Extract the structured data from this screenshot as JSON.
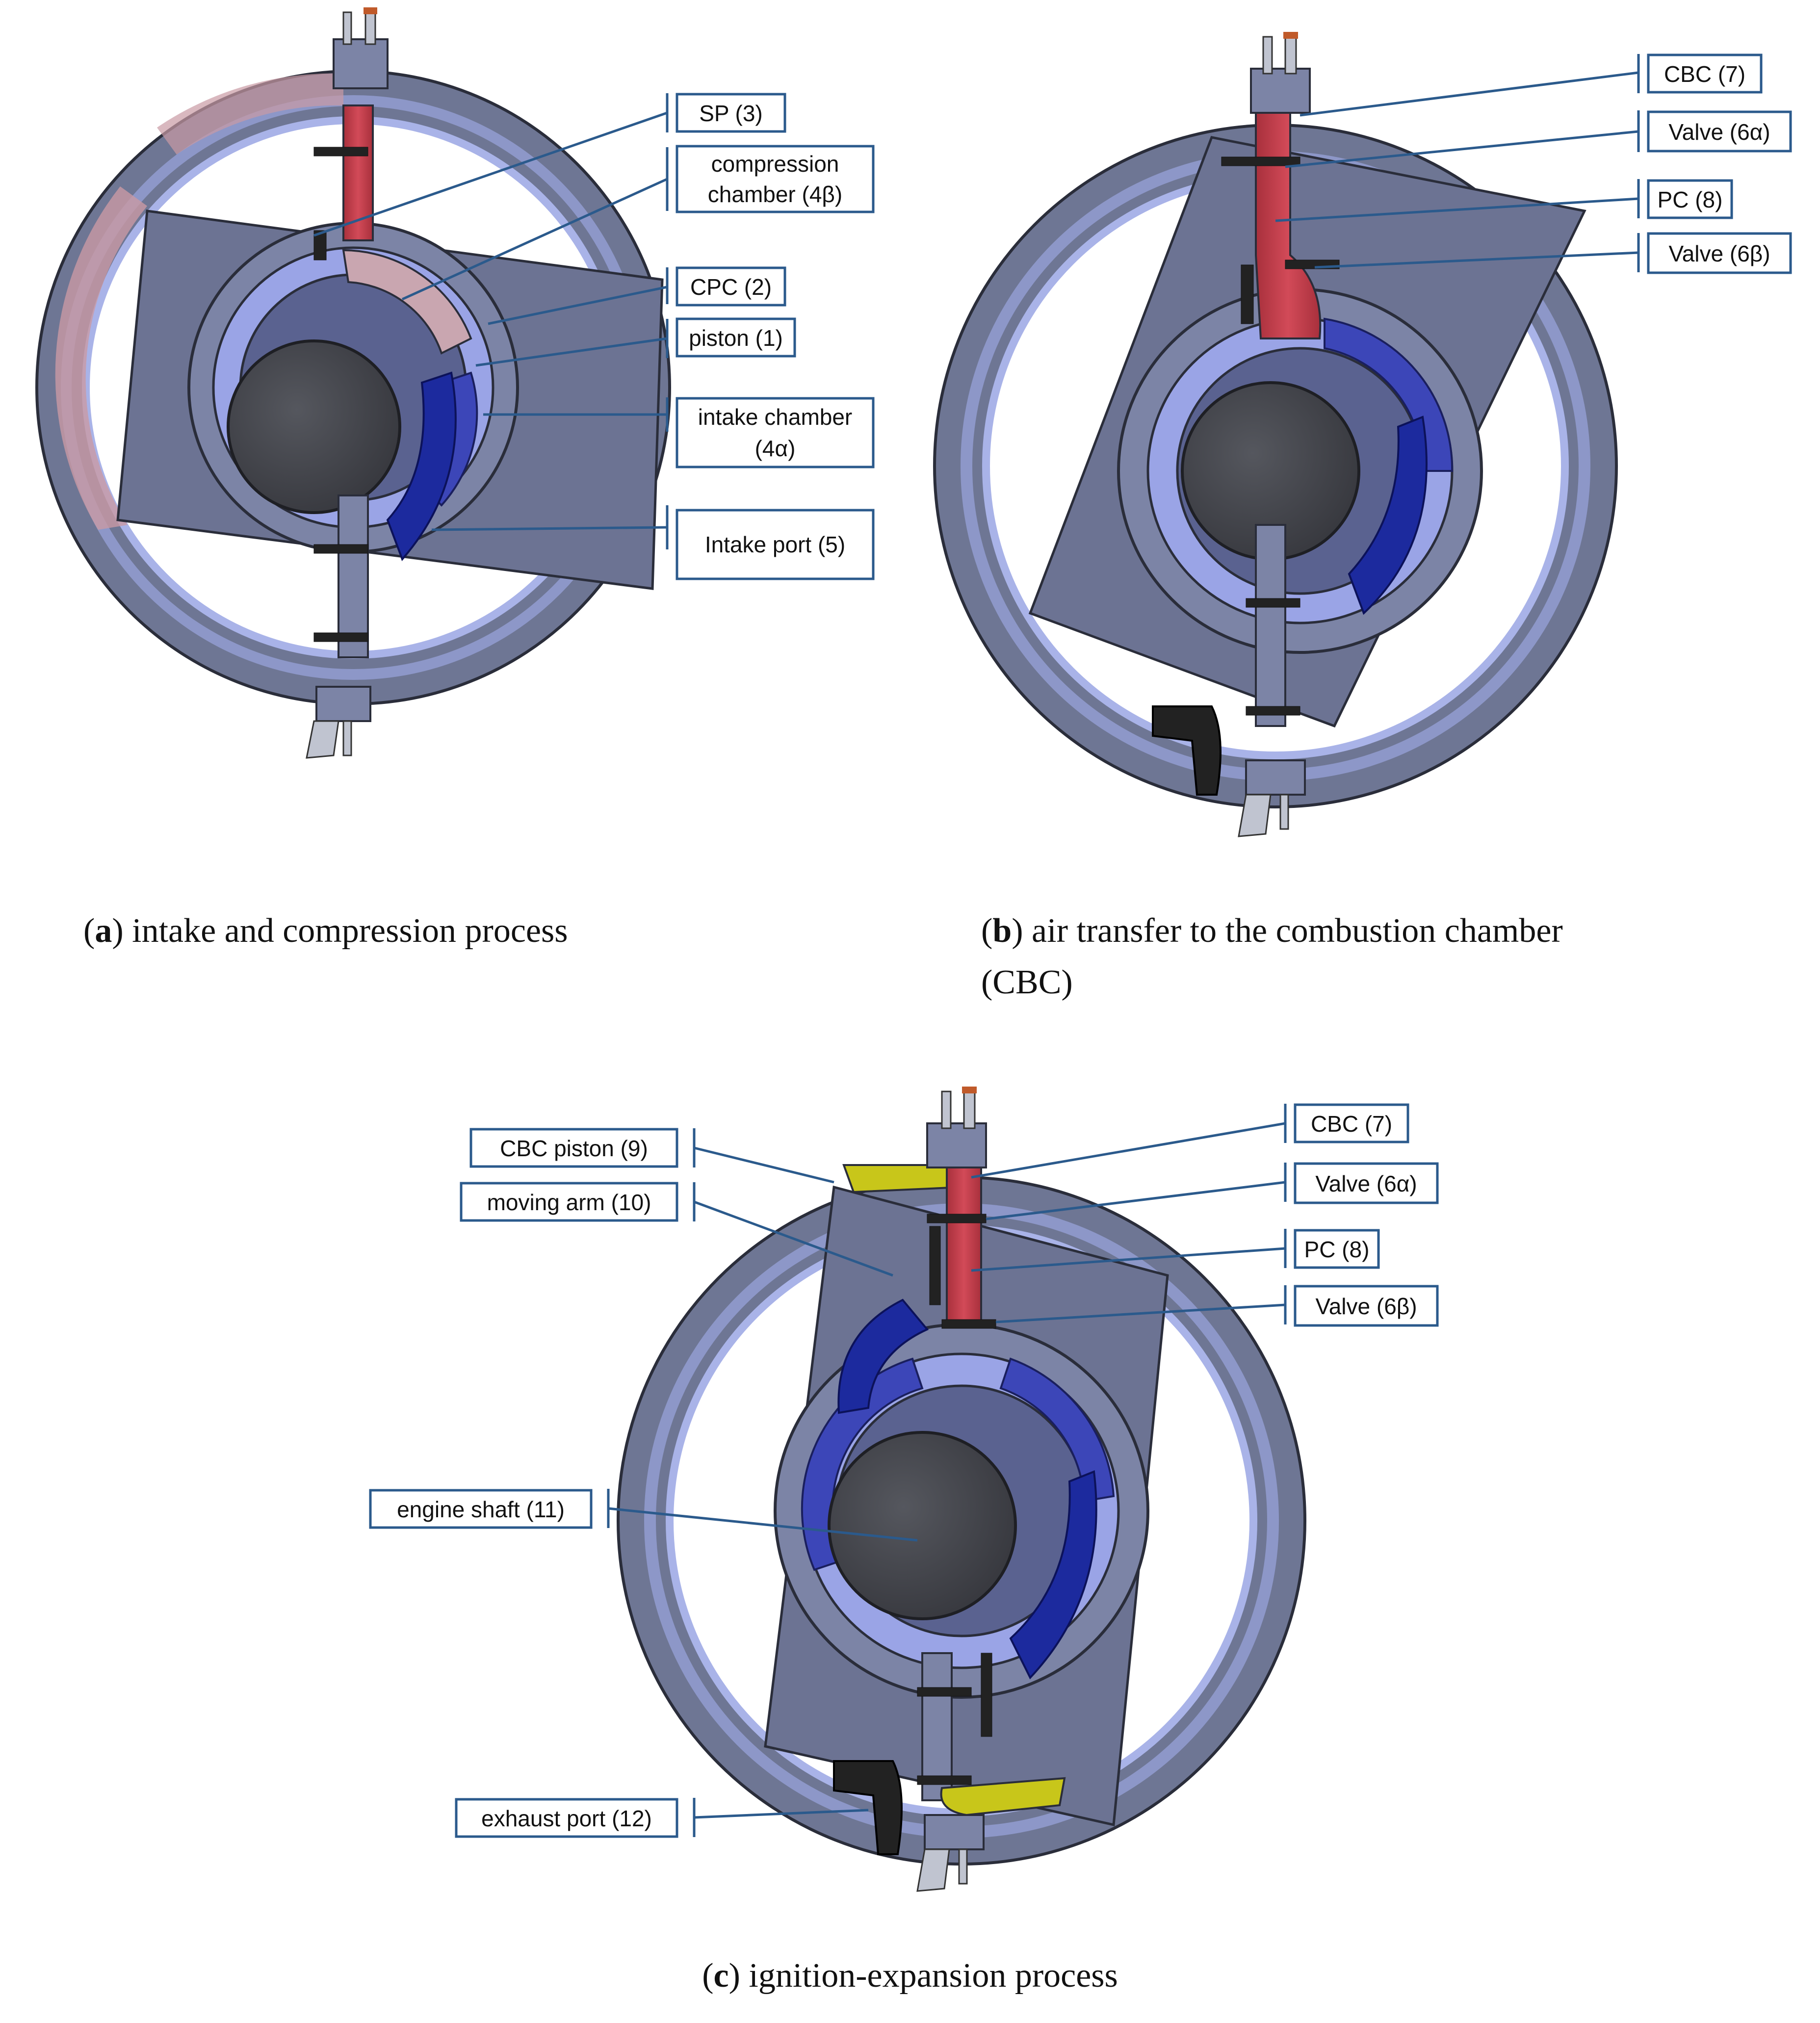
{
  "panels": {
    "a": {
      "caption": {
        "letter": "a",
        "text": ") intake and compression process"
      },
      "labels": {
        "sp": "SP (3)",
        "compression_1": "compression",
        "compression_2": "chamber (4β)",
        "cpc": "CPC (2)",
        "piston": "piston (1)",
        "intake_chamber_1": "intake chamber",
        "intake_chamber_2": "(4α)",
        "intake_port": "Intake port (5)"
      }
    },
    "b": {
      "caption": {
        "letter": "b",
        "line1": ") air transfer to the combustion chamber",
        "line2": "(CBC)"
      },
      "labels": {
        "cbc": "CBC (7)",
        "valve_a": "Valve (6α)",
        "pc": "PC (8)",
        "valve_b": "Valve (6β)"
      }
    },
    "c": {
      "caption": {
        "letter": "c",
        "text": ") ignition-expansion process"
      },
      "labels": {
        "cbc_piston": "CBC piston (9)",
        "moving_arm": "moving arm (10)",
        "cbc": "CBC (7)",
        "valve_a": "Valve (6α)",
        "pc": "PC (8)",
        "valve_b": "Valve (6β)",
        "engine_shaft": "engine shaft (11)",
        "exhaust_port": "exhaust port (12)"
      }
    }
  },
  "colors": {
    "housing": "#6e7694",
    "housing_dark": "#4d546e",
    "ring_highlight": "#a9b3e8",
    "inner_blue": "#3c46b8",
    "shaft": "#46484f",
    "pc_red": "#c8404e",
    "chamber_pink": "#c99aa4",
    "cbc_piston_yellow": "#c8c61a",
    "intake_blue": "#1c2a9e",
    "exhaust_black": "#222222",
    "label_border": "#2b5a8c"
  }
}
